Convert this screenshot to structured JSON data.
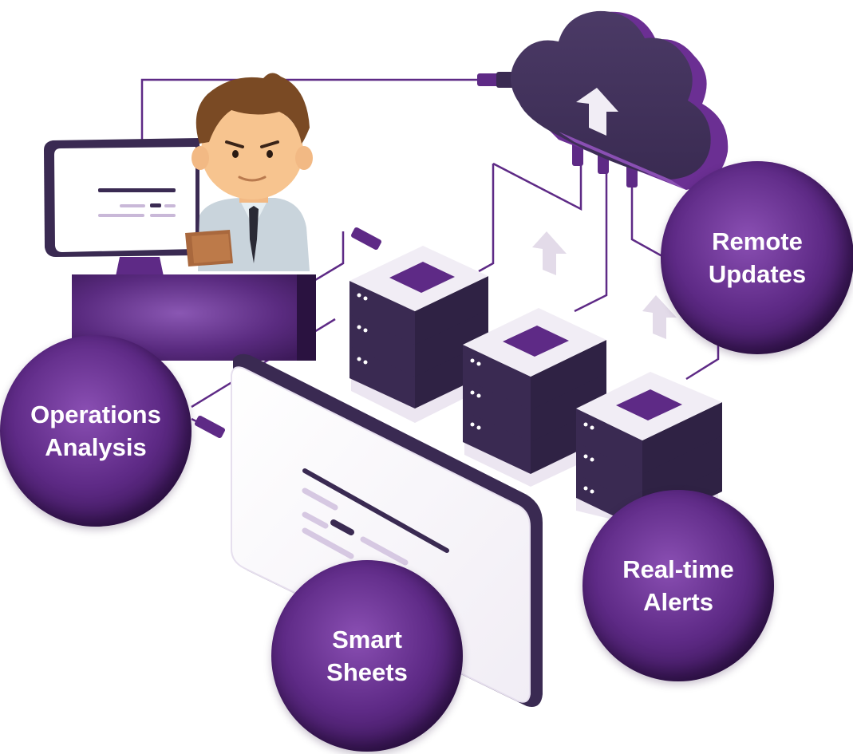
{
  "bubbles": {
    "remote_updates": {
      "line1": "Remote",
      "line2": "Updates"
    },
    "operations_analysis": {
      "line1": "Operations",
      "line2": "Analysis"
    },
    "real_time_alerts": {
      "line1": "Real-time",
      "line2": "Alerts"
    },
    "smart_sheets": {
      "line1": "Smart",
      "line2": "Sheets"
    }
  },
  "icons": [
    "cloud-icon",
    "upload-arrow-icon",
    "person-icon",
    "desktop-monitor-icon",
    "server-stack-icon",
    "display-screen-icon",
    "cable-plug-icon"
  ],
  "colors": {
    "primary_purple": "#5e2a86",
    "dark_purple": "#3a2a52",
    "light_lavender": "#e8e2ee",
    "accent_purple": "#7a3ba0"
  }
}
